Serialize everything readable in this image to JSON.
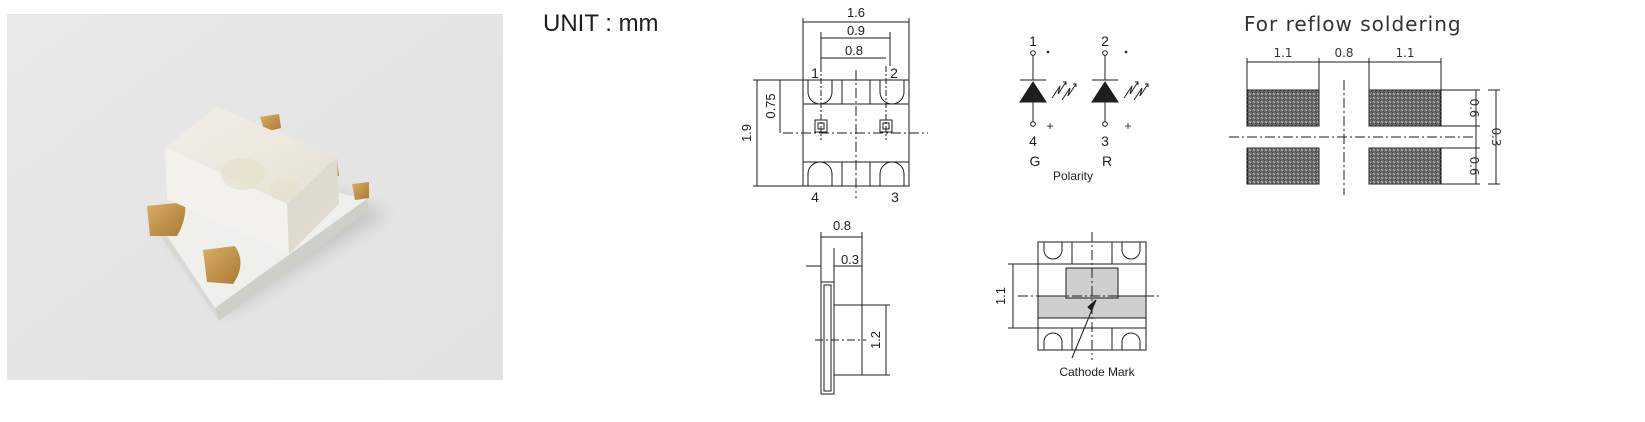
{
  "unit_label": "UNIT : mm",
  "top_view": {
    "dim_width": "1.6",
    "dim_pad_span": "0.9",
    "dim_inner": "0.8",
    "dim_height": "1.9",
    "dim_offset": "0.75",
    "pin1": "1",
    "pin2": "2",
    "pin3": "3",
    "pin4": "4"
  },
  "side_view": {
    "dim_depth": "0.8",
    "dim_base": "0.3",
    "dim_height": "1.2"
  },
  "polarity": {
    "left_top_pin": "1",
    "left_bottom_pin": "4",
    "right_top_pin": "2",
    "right_bottom_pin": "3",
    "plus_left": "+",
    "plus_right": "+",
    "left_color": "G",
    "right_color": "R",
    "title": "Polarity"
  },
  "bottom_view": {
    "dim_mark_height": "1.1",
    "cathode_label": "Cathode Mark"
  },
  "reflow": {
    "title": "For reflow soldering",
    "dim_pad_w_left": "1.1",
    "dim_gap": "0.8",
    "dim_pad_w_right": "1.1",
    "dim_pad_h_top": "0.6",
    "dim_gap_v": "0.3",
    "dim_pad_h_bottom": "0.6"
  },
  "colors": {
    "photo_bg": "#e6e6e6",
    "body_white": "#f4f4f2",
    "lens": "#ece8df",
    "gold": "#c99a4e",
    "line": "#1e1e1e",
    "cathode_fill": "#cfcfcf",
    "hatch": "#8a8a8a"
  }
}
